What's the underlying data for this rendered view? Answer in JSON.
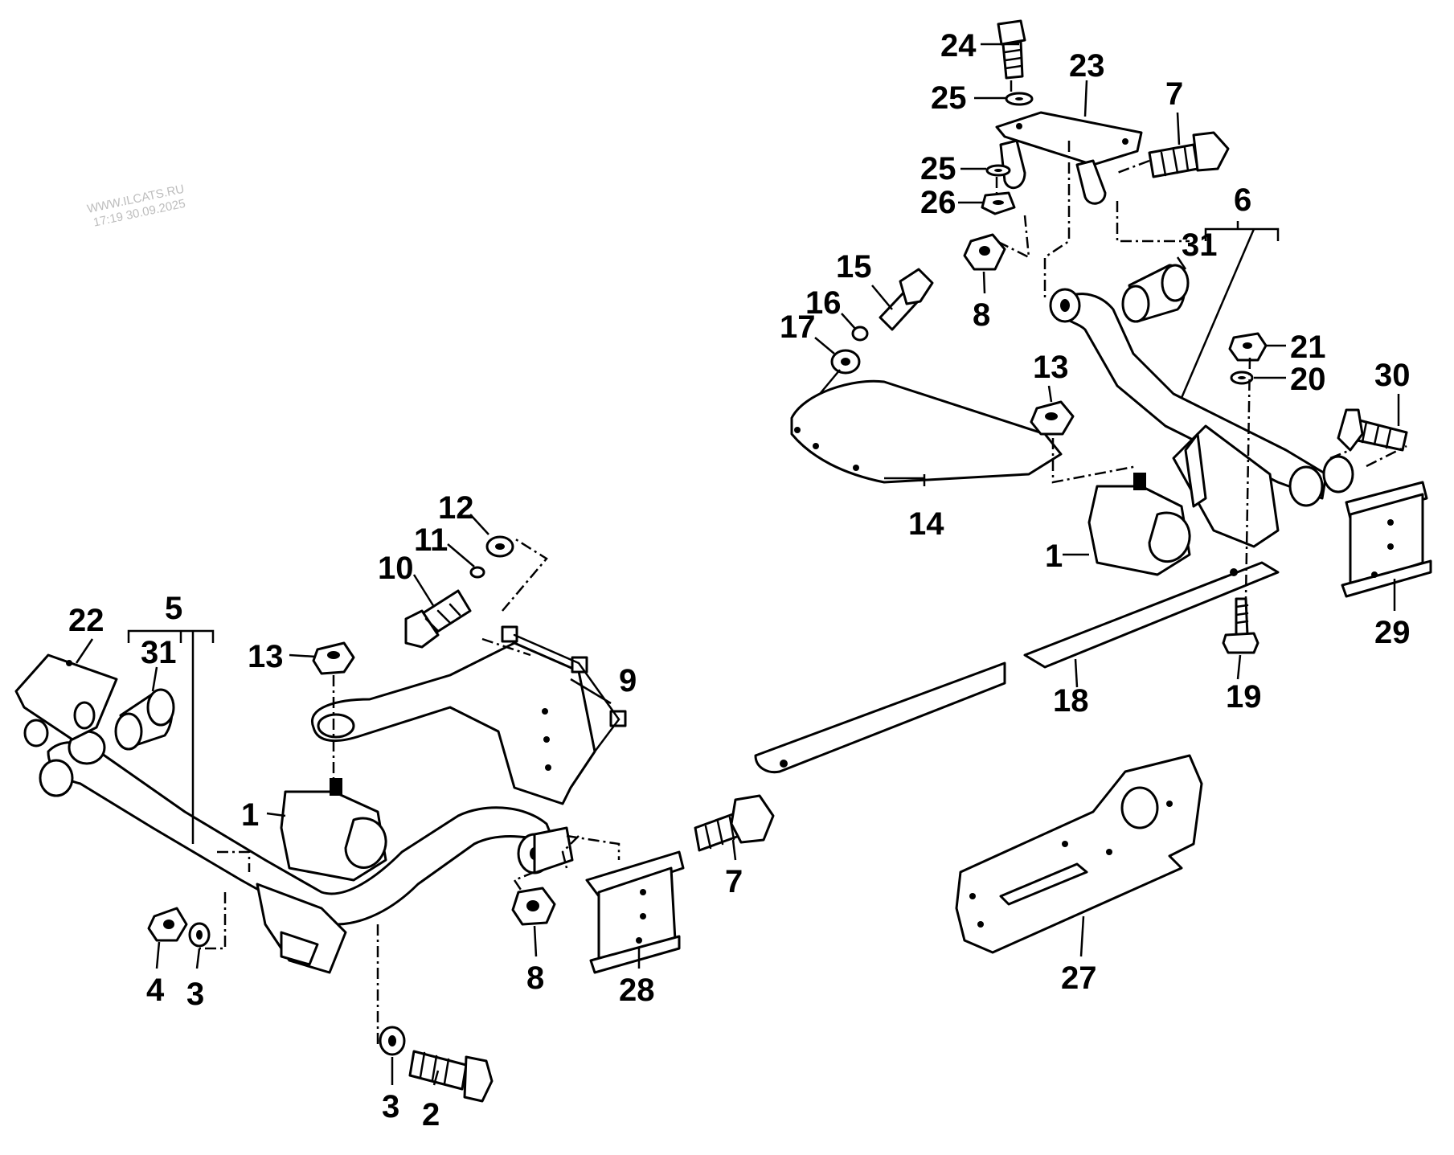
{
  "watermark": {
    "line1": "WWW.ILCATS.RU",
    "line2": "17:19 30.09.2025"
  },
  "callouts": {
    "c1a": "1",
    "c1b": "1",
    "c2": "2",
    "c3a": "3",
    "c3b": "3",
    "c4": "4",
    "c5": "5",
    "c6": "6",
    "c7a": "7",
    "c7b": "7",
    "c8a": "8",
    "c8b": "8",
    "c9": "9",
    "c10": "10",
    "c11": "11",
    "c12": "12",
    "c13a": "13",
    "c13b": "13",
    "c14": "14",
    "c15": "15",
    "c16": "16",
    "c17": "17",
    "c18": "18",
    "c19": "19",
    "c20": "20",
    "c21": "21",
    "c22": "22",
    "c23": "23",
    "c24": "24",
    "c25a": "25",
    "c25b": "25",
    "c26": "26",
    "c27": "27",
    "c28": "28",
    "c29": "29",
    "c30": "30",
    "c31a": "31",
    "c31b": "31"
  }
}
